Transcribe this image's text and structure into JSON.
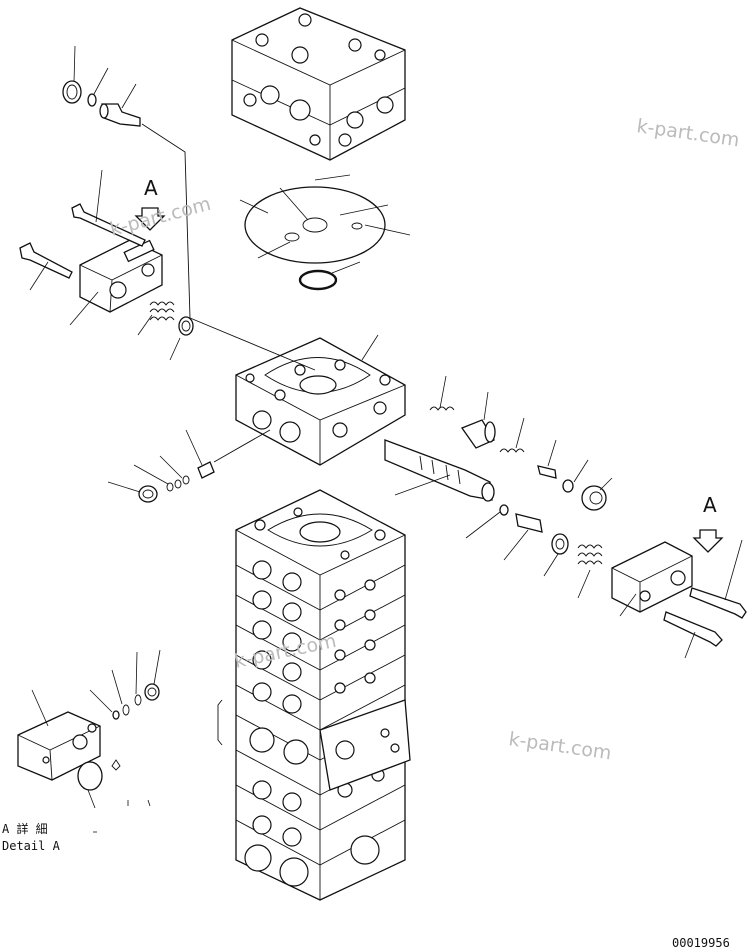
{
  "detail_caption": {
    "line1": "A 詳 細",
    "line2": "Detail A"
  },
  "view_marker_left": "A",
  "view_marker_right": "A",
  "watermarks": [
    "k-part.com",
    "k-part.com",
    "k-part.com",
    "k-part.com"
  ],
  "drawing_number": "00019956"
}
